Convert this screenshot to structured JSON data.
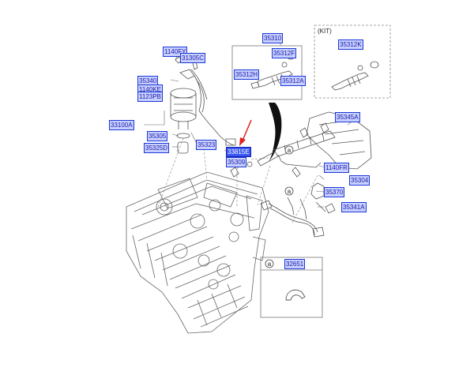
{
  "kit_caption": "(KIT)",
  "circle_letter": "a",
  "colors": {
    "label_fill": "#c8d0ff",
    "label_border": "#1c38d8",
    "highlight_fill": "#3b57f0",
    "arrow": "#e02020"
  },
  "labels": {
    "p35310": "35310",
    "p35312k": "35312K",
    "p1140fy": "1140FY",
    "p31305c": "31305C",
    "p35312f": "35312F",
    "p35312h": "35312H",
    "p35312a": "35312A",
    "p35340": "35340",
    "p1140ke": "1140KE",
    "p1123pb": "1123PB",
    "p35345a": "35345A",
    "p33100a": "33100A",
    "p35305": "35305",
    "p35323": "35323",
    "p35325d": "35325D",
    "p33815e": "33815E",
    "p35309": "35309",
    "p1140fr": "1140FR",
    "p35304": "35304",
    "p35370": "35370",
    "p35341a": "35341A",
    "p32651": "32651"
  }
}
